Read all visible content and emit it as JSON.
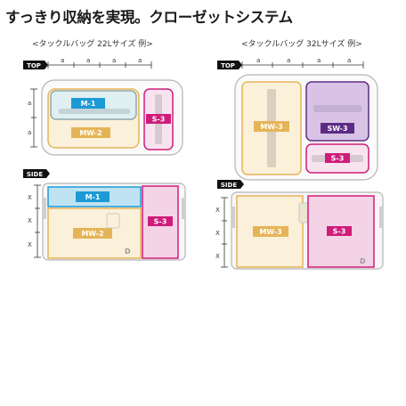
{
  "header": {
    "title": "すっきり収納を実現。クローゼットシステム"
  },
  "left": {
    "caption": "<タックルバッグ 22Lサイズ 例>",
    "top_tag": "TOP",
    "side_tag": "SIDE",
    "dim_a": "a",
    "dim_x": "X",
    "labels": {
      "m1": "M-1",
      "mw2": "MW-2",
      "s3": "S-3"
    },
    "brand": "D"
  },
  "right": {
    "caption": "<タックルバッグ 32Lサイズ 例>",
    "top_tag": "TOP",
    "side_tag": "SIDE",
    "dim_a": "a",
    "dim_x": "X",
    "labels": {
      "mw3": "MW-3",
      "sw3": "SW-3",
      "s3": "S-3"
    },
    "brand": "D"
  },
  "colors": {
    "cyan": "#1d9ad6",
    "tan": "#e6b458",
    "magenta": "#cf1c7a",
    "purple": "#5e2a86",
    "pink_fill": "#f4d3e6",
    "lavender": "#d8c3e6",
    "cream": "#fbf0d9",
    "blue_fill": "#bfe3f3",
    "gray": "#9a9a9a"
  }
}
